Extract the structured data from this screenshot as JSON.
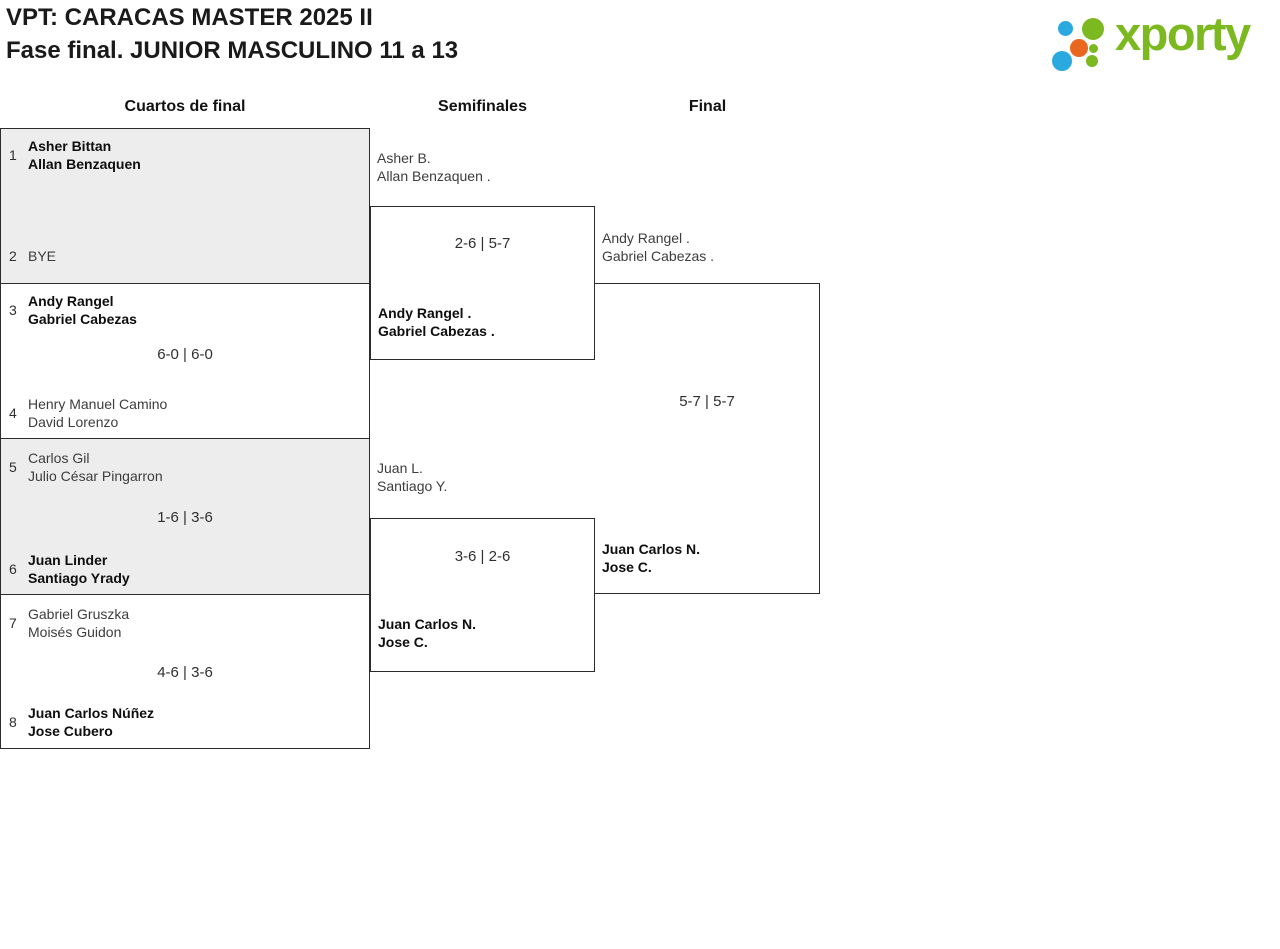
{
  "page": {
    "title": "VPT: CARACAS MASTER 2025 II",
    "subtitle": "Fase final. JUNIOR MASCULINO 11 a 13"
  },
  "logo": {
    "text": "xporty"
  },
  "colors": {
    "brand_green": "#7cb81f",
    "brand_blue": "#2aa9e0",
    "brand_orange": "#ea671f",
    "box_gray": "#ededed",
    "line": "#2c2c2c",
    "winner_text": "#0e0e0e",
    "loser_text": "#3d3d3d"
  },
  "rounds": {
    "r1": "Cuartos de final",
    "r2": "Semifinales",
    "r3": "Final"
  },
  "qf": [
    {
      "seed_top": "1",
      "top1": "Asher Bittan",
      "top2": "Allan Benzaquen",
      "score": "",
      "seed_bottom": "2",
      "bot1": "BYE",
      "bot2": "",
      "winner": "top"
    },
    {
      "seed_top": "3",
      "top1": "Andy Rangel",
      "top2": "Gabriel Cabezas",
      "score": "6-0 | 6-0",
      "seed_bottom": "4",
      "bot1": "Henry Manuel Camino",
      "bot2": "David Lorenzo",
      "winner": "top"
    },
    {
      "seed_top": "5",
      "top1": "Carlos Gil",
      "top2": "Julio César Pingarron",
      "score": "1-6 | 3-6",
      "seed_bottom": "6",
      "bot1": "Juan Linder",
      "bot2": "Santiago Yrady",
      "winner": "bottom"
    },
    {
      "seed_top": "7",
      "top1": "Gabriel Gruszka",
      "top2": "Moisés Guidon",
      "score": "4-6 | 3-6",
      "seed_bottom": "8",
      "bot1": "Juan Carlos Núñez",
      "bot2": "Jose Cubero",
      "winner": "bottom"
    }
  ],
  "sf": [
    {
      "top1": "Asher B.",
      "top2": "Allan Benzaquen .",
      "score": "2-6 | 5-7",
      "bot1": "Andy Rangel .",
      "bot2": "Gabriel Cabezas .",
      "winner": "bottom"
    },
    {
      "top1": "Juan L.",
      "top2": "Santiago Y.",
      "score": "3-6 | 2-6",
      "bot1": "Juan Carlos N.",
      "bot2": "Jose C.",
      "winner": "bottom"
    }
  ],
  "final": {
    "top1": "Andy Rangel .",
    "top2": "Gabriel Cabezas .",
    "score": "5-7 | 5-7",
    "bot1": "Juan Carlos N.",
    "bot2": "Jose C.",
    "winner": "bottom"
  }
}
